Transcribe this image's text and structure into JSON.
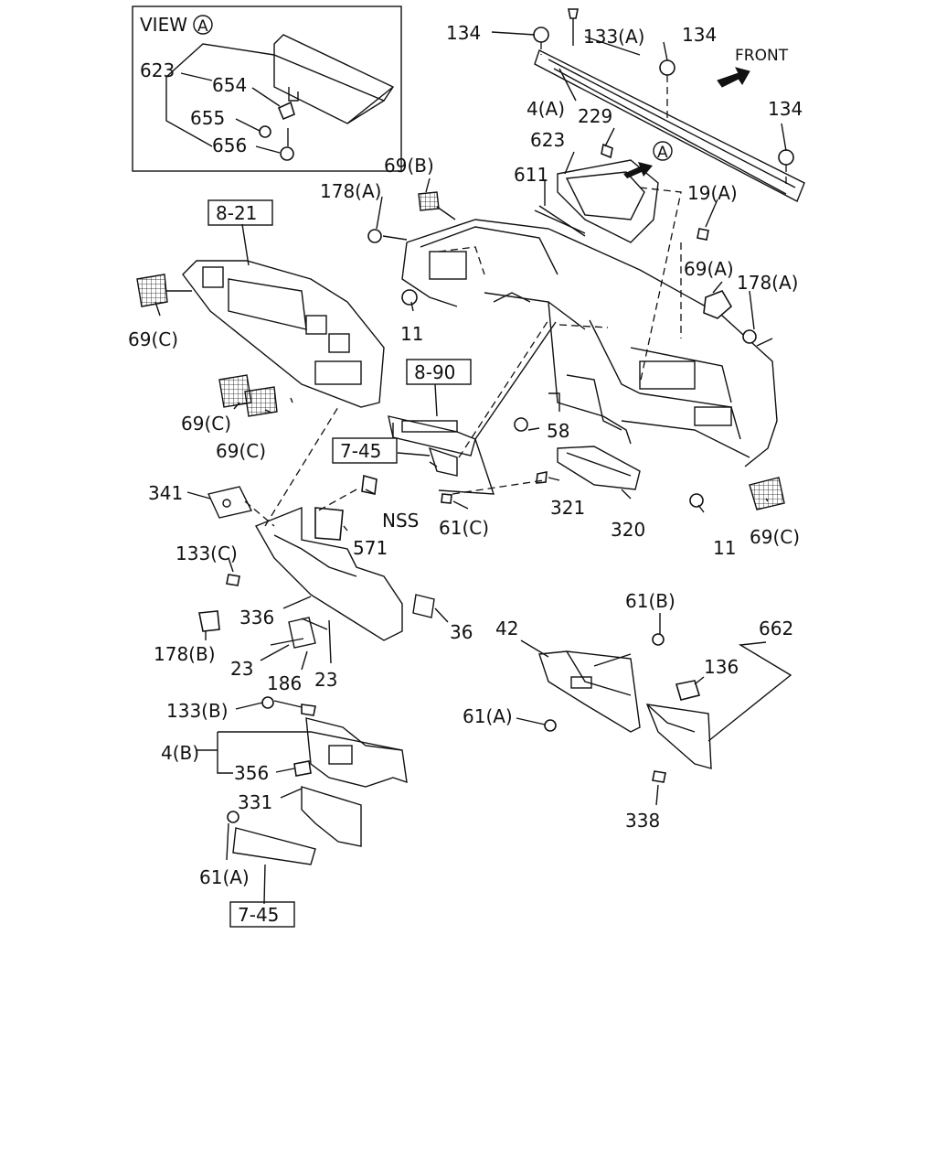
{
  "view_box": {
    "title": "VIEW",
    "marker": "A",
    "labels": [
      "623",
      "654",
      "655",
      "656"
    ]
  },
  "front_label": "FRONT",
  "view_marker": "A",
  "callouts": {
    "c134a": "134",
    "c133A": "133(A)",
    "c134b": "134",
    "c134c": "134",
    "c4A": "4(A)",
    "c229": "229",
    "c623": "623",
    "c611": "611",
    "c69B": "69(B)",
    "c178A_1": "178(A)",
    "c19A": "19(A)",
    "c69A": "69(A)",
    "c178A_2": "178(A)",
    "c11a": "11",
    "c69C_1": "69(C)",
    "c69C_2": "69(C)",
    "c69C_3": "69(C)",
    "c69C_4": "69(C)",
    "c58": "58",
    "c321": "321",
    "c320": "320",
    "c11b": "11",
    "c341": "341",
    "cNSS": "NSS",
    "c571": "571",
    "c61C": "61(C)",
    "c133C": "133(C)",
    "c336": "336",
    "c36": "36",
    "c178B": "178(B)",
    "c23a": "23",
    "c186": "186",
    "c23b": "23",
    "c133B": "133(B)",
    "c4B": "4(B)",
    "c356": "356",
    "c331": "331",
    "c61A_1": "61(A)",
    "c61B": "61(B)",
    "c42": "42",
    "c662": "662",
    "c136": "136",
    "c61A_2": "61(A)",
    "c338": "338"
  },
  "references": {
    "r821": "8-21",
    "r890": "8-90",
    "r745a": "7-45",
    "r745b": "7-45"
  }
}
